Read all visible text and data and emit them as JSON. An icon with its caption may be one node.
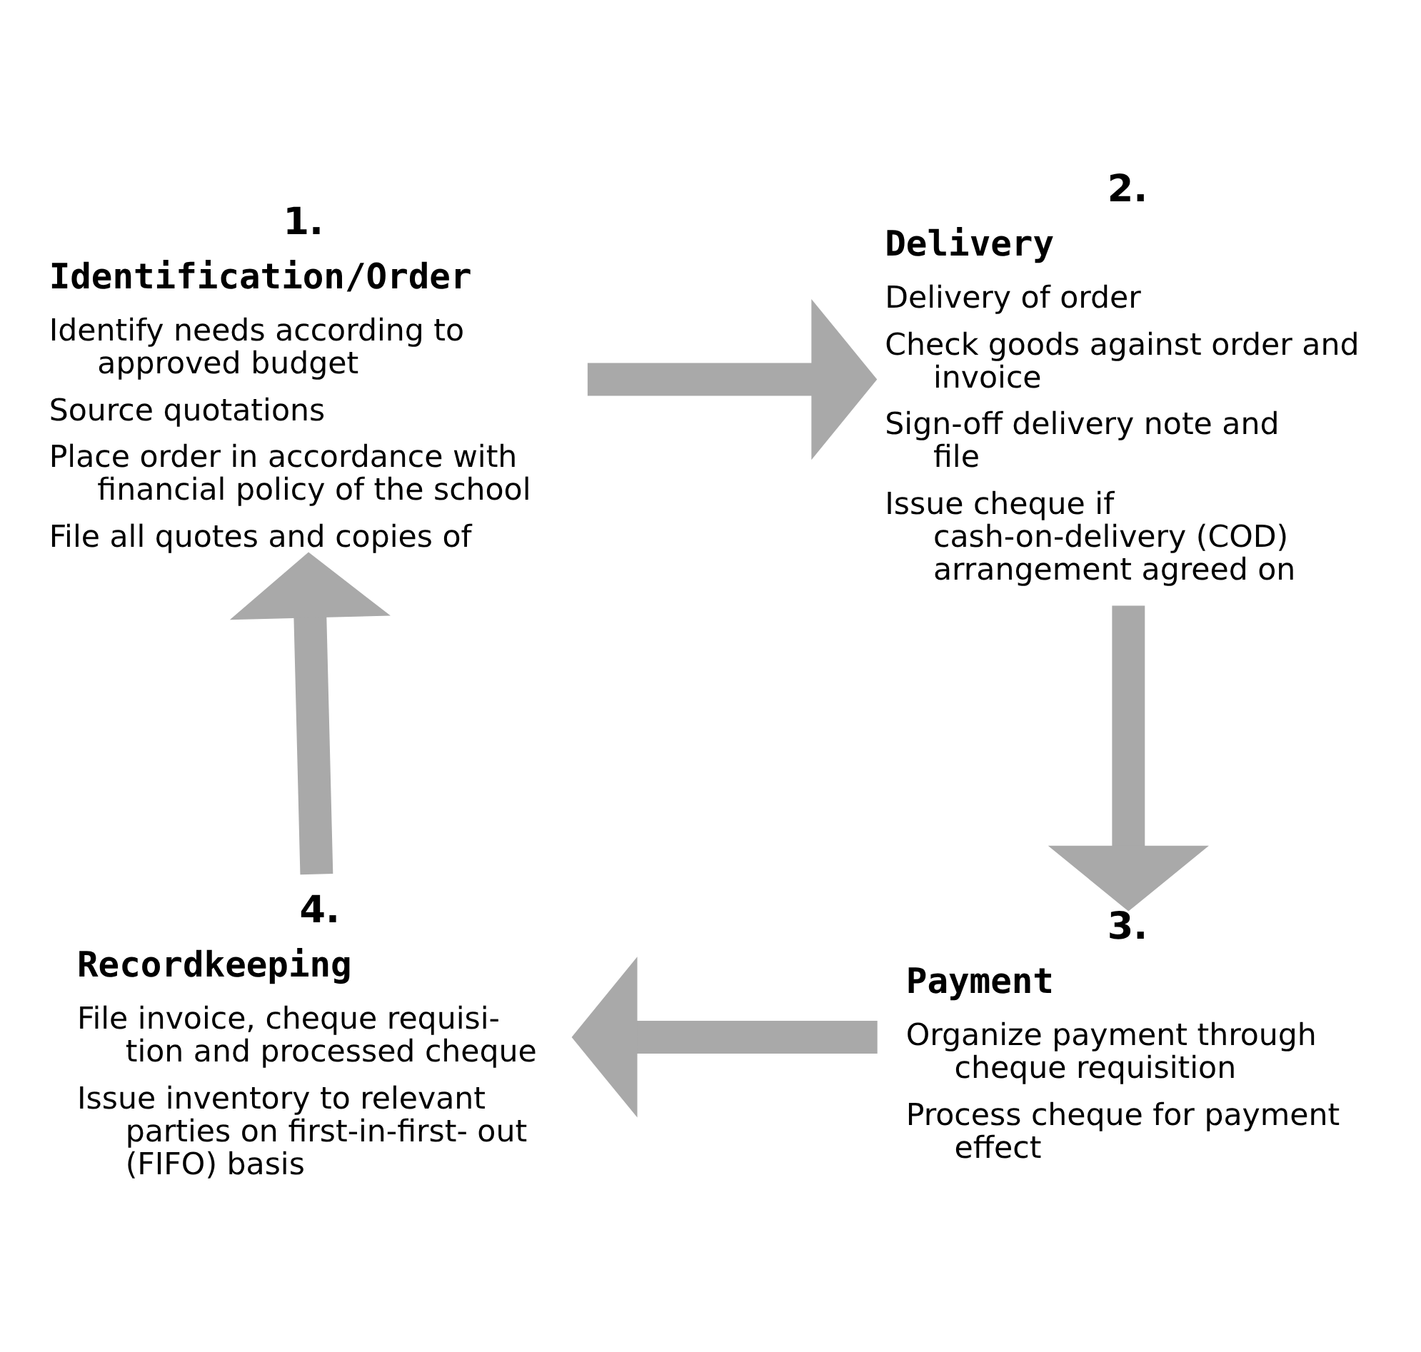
{
  "diagram": {
    "nodes": [
      {
        "text": [
          "1.",
          "Identification/Order",
          "Identify needs according to approved budget",
          "Source quotations",
          "Place order in accordance with financial policy of the school",
          "File all quotes and copies of"
        ]
      },
      {
        "text": [
          "2.",
          "Delivery",
          "Delivery of order",
          "Check goods against order and invoice",
          "Sign-off delivery note and file",
          "Issue cheque if cash-on-delivery (COD) arrangement agreed on"
        ]
      },
      {
        "text": [
          "3.",
          "Payment",
          "Organize payment through cheque requisition",
          "Process cheque for payment effect"
        ]
      },
      {
        "text": [
          "4.",
          "Recordkeeping",
          "File invoice, cheque requisi- tion and processed cheque",
          "Issue inventory to relevant parties on first-in-first- out (FIFO) basis"
        ]
      }
    ],
    "edges": [
      {
        "from": 0,
        "to": 1,
        "arrow": "to"
      },
      {
        "from": 1,
        "to": 2,
        "arrow": "to"
      },
      {
        "from": 2,
        "to": 3,
        "arrow": "to"
      },
      {
        "from": 3,
        "to": 0,
        "arrow": "to"
      }
    ]
  }
}
